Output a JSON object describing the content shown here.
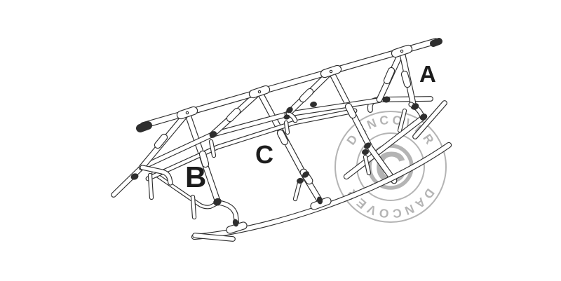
{
  "diagram": {
    "labels": [
      {
        "id": "A",
        "text": "A"
      },
      {
        "id": "B",
        "text": "B"
      },
      {
        "id": "C",
        "text": "C"
      }
    ],
    "watermark": {
      "brand": "DANCOVER",
      "symbol": "C"
    }
  },
  "colors": {
    "background": "#ffffff",
    "line": "#2e2e2e",
    "watermark": "#b4b4b4",
    "label": "#1c1c1c"
  }
}
